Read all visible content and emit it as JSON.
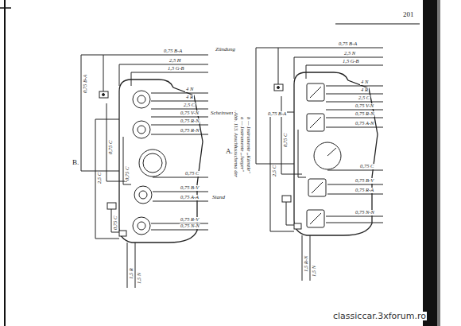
{
  "diagram": {
    "labels": [
      "201",
      "0,75 B-A",
      "Zündung",
      "2,5 H",
      "1,5 G-B",
      "4 N",
      "4 R",
      "2,5 C",
      "0,75 V-N",
      "Scheinwerf.",
      "0,75 R-N",
      "0,75 R-N",
      "0,75 C",
      "0,75 B-V",
      "0,75 A-A",
      "Stand",
      "0,75 R-V",
      "0,75 N-N",
      "0,75 B-A",
      "2,5 C",
      "0,75 C",
      "0,75 C",
      "0,75 C",
      "1,5 R",
      "1,5 N",
      "B.",
      "A.",
      "Abb. 113. Anschlussschema der",
      "a — Instrumente „Jaeger\"",
      "b — Instrumente „Kienzle\"",
      "0,75 B-A",
      "2,5 N",
      "1,5 G-B",
      "4 N",
      "4 R",
      "2,5 C",
      "0,75 V-N",
      "0,75 R-N",
      "0,75 A-N",
      "0,75 B-A",
      "0,75 C",
      "2,5 C",
      "0,75 C",
      "0,75 B-V",
      "0,75 R-A",
      "0,75 N-N",
      "1,5 R-N",
      "1,5 N",
      "classiccar.3xforum.ro"
    ]
  }
}
